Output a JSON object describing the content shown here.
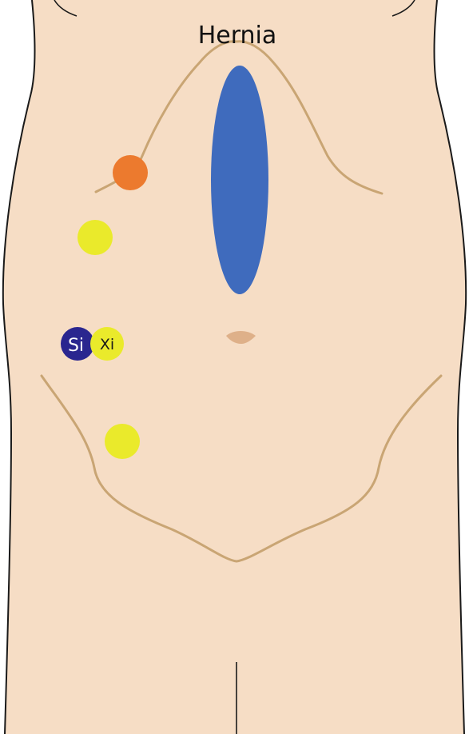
{
  "title": "Hernia",
  "colors": {
    "skin": "#f6ddc5",
    "outline": "#1a1a1a",
    "body_line": "#c9a574",
    "umbilicus": "#deb089",
    "hernia_defect": "#3f6bbd",
    "assistant_port": "#ec7a2e",
    "robotic_port": "#eaea2b",
    "si_port": "#2a268f",
    "si_text": "#ffffff",
    "xi_text": "#1a1a1a"
  },
  "ports": {
    "si_label": "Si",
    "xi_label": "Xi"
  }
}
